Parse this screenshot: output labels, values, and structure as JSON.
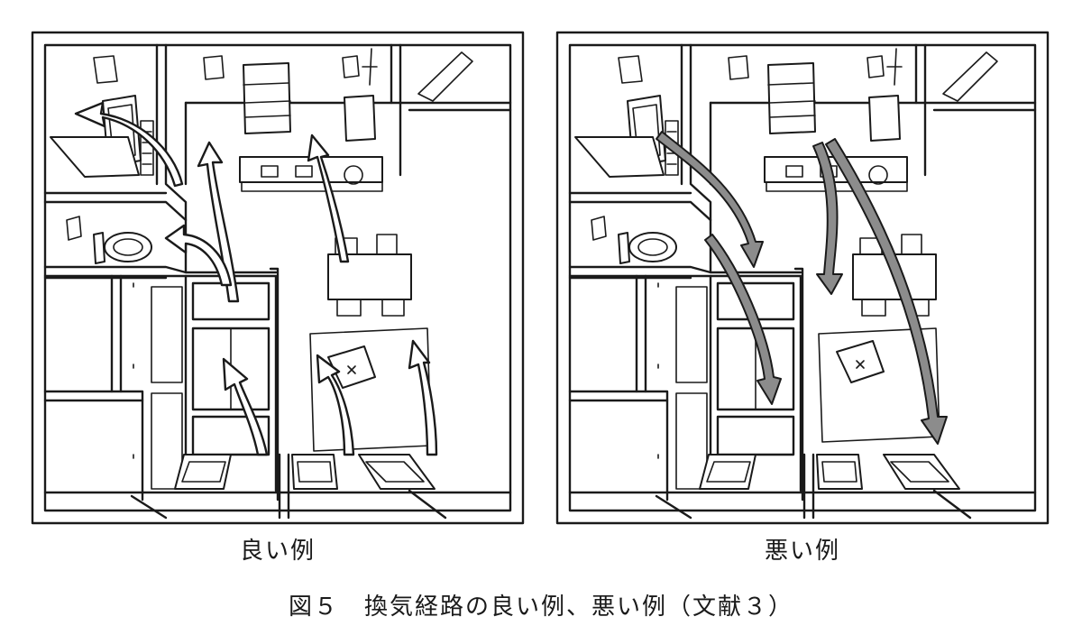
{
  "figure": {
    "title": "図５　換気経路の良い例、悪い例（文献３）",
    "colors": {
      "line": "#1a1a1a",
      "paper": "#ffffff",
      "bad_arrow_fill": "#8c8c8c"
    }
  },
  "panels": [
    {
      "id": "good",
      "label": "良い例"
    },
    {
      "id": "bad",
      "label": "悪い例"
    }
  ]
}
